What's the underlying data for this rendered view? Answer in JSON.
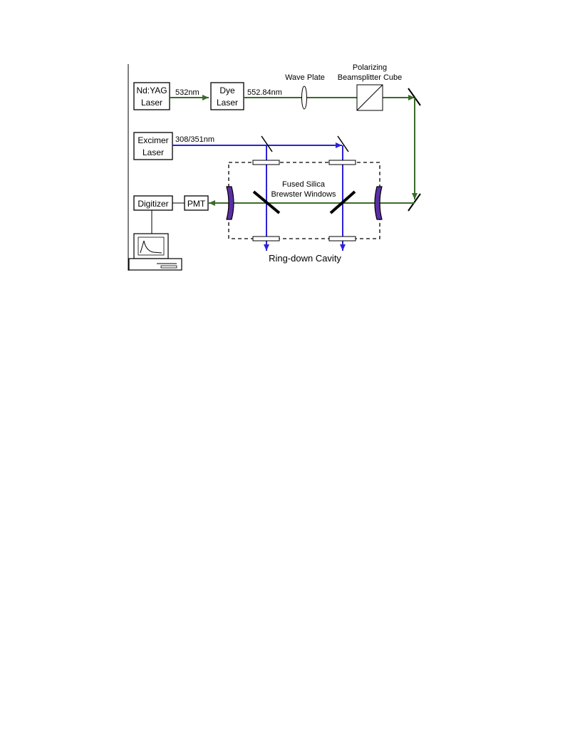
{
  "diagram": {
    "components": {
      "ndyag": {
        "line1": "Nd:YAG",
        "line2": "Laser"
      },
      "dye": {
        "line1": "Dye",
        "line2": "Laser"
      },
      "excimer": {
        "line1": "Excimer",
        "line2": "Laser"
      },
      "digitizer": "Digitizer",
      "pmt": "PMT"
    },
    "beam_labels": {
      "ndyag_output": "532nm",
      "dye_output": "552.84nm",
      "excimer_output": "308/351nm"
    },
    "optics_labels": {
      "wave_plate": "Wave Plate",
      "polarizer_line1": "Polarizing",
      "polarizer_line2": "Beamsplitter Cube",
      "windows_line1": "Fused Silica",
      "windows_line2": "Brewster Windows",
      "cavity": "Ring-down Cavity"
    },
    "colors": {
      "green_beam": "#3b6b2a",
      "blue_beam": "#2b22d8",
      "mirror_fill": "#5a2ea6",
      "outline": "#000000"
    }
  }
}
